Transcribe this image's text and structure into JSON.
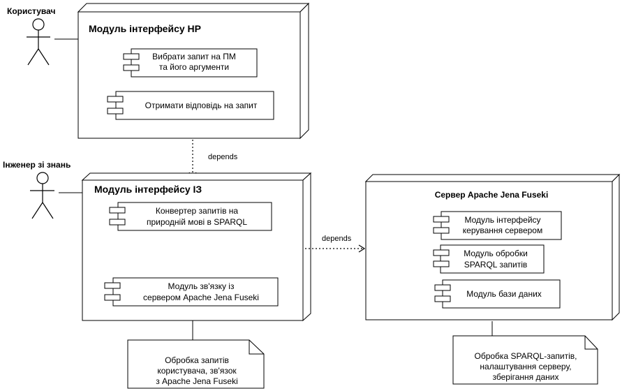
{
  "actors": {
    "user": "Користувач",
    "engineer": "Інженер зі знань"
  },
  "nodes": {
    "nl_module": {
      "title": "Модуль  інтерфейсу НР",
      "components": [
        [
          "Вибрати запит на ПМ",
          "та його аргументи"
        ],
        [
          "Отримати відповідь на запит"
        ]
      ]
    },
    "ke_module": {
      "title": "Модуль  інтерфейсу ІЗ",
      "components": [
        [
          "Конвертер запитів на",
          "природній мові в SPARQL"
        ],
        [
          "Модуль зв'язку із",
          "сервером Apache Jena Fuseki"
        ]
      ]
    },
    "server": {
      "title": "Сервер Apache Jena Fuseki",
      "components": [
        [
          "Модуль інтерфейсу",
          "керування сервером"
        ],
        [
          "Модуль обробки",
          "SPARQL запитів"
        ],
        [
          "Модуль бази даних"
        ]
      ]
    }
  },
  "dependencies": {
    "d1": "depends",
    "d2": "depends"
  },
  "notes": {
    "ke_note": [
      "Обробка запитів",
      "користувача, зв'язок",
      "з Apache Jena Fuseki"
    ],
    "server_note": [
      "Обробка SPARQL-запитів,",
      "налаштування серверу,",
      "зберігання даних"
    ]
  },
  "colors": {
    "line": "#000000",
    "node_fill": "#ffffff",
    "depth_fill": "#ffffff"
  }
}
